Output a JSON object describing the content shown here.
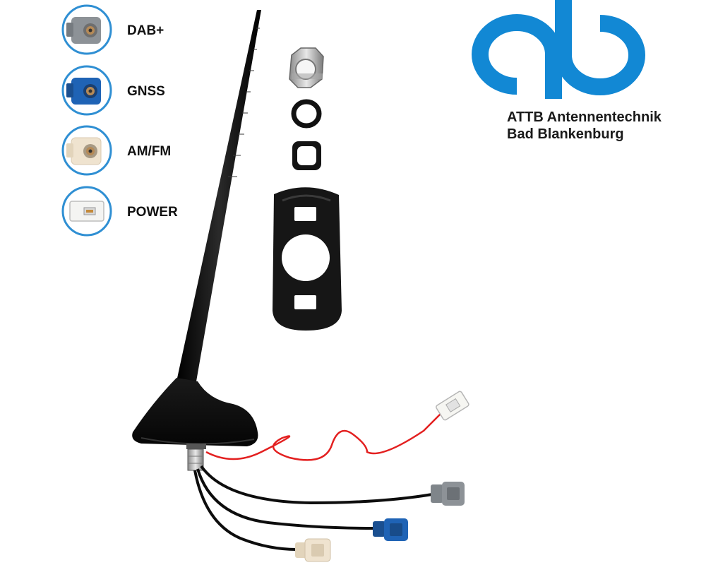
{
  "legend": {
    "items": [
      {
        "label": "DAB+",
        "icon": "fakra-connector-grey-icon",
        "color": "#8d9297"
      },
      {
        "label": "GNSS",
        "icon": "fakra-connector-blue-icon",
        "color": "#1f63b5"
      },
      {
        "label": "AM/FM",
        "icon": "fakra-connector-cream-icon",
        "color": "#efe3cf"
      },
      {
        "label": "POWER",
        "icon": "power-plug-white-icon",
        "color": "#f4f4f2"
      }
    ],
    "ring_color": "#2f8fd3"
  },
  "brand": {
    "logo": "attb-logo-icon",
    "logo_color": "#1288d4",
    "line1": "ATTB Antennentechnik",
    "line2": "Bad Blankenburg"
  },
  "product": {
    "antenna": "roof-antenna-mast-icon",
    "accessories": [
      "hex-nut-icon",
      "round-seal-ring-icon",
      "square-seal-icon",
      "rubber-base-gasket-icon"
    ],
    "cables": [
      "red-power-cable",
      "black-dab-cable",
      "black-gnss-cable",
      "black-amfm-cable"
    ]
  }
}
